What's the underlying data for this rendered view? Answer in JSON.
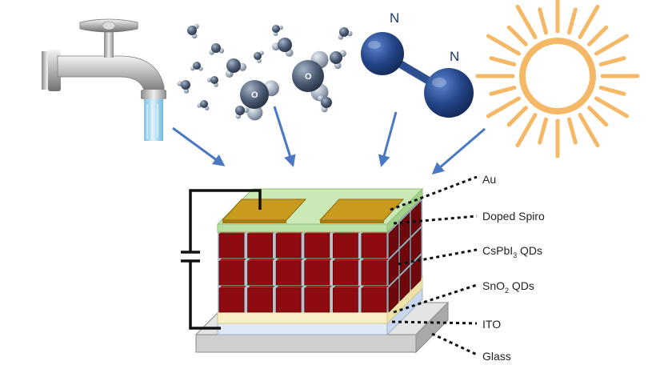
{
  "nitrogen": {
    "atom_left": "N",
    "atom_right": "N"
  },
  "water": {
    "atom": "O"
  },
  "layers": {
    "au": {
      "pre": "Au",
      "sub": "",
      "post": ""
    },
    "doped_spiro": {
      "pre": "Doped Spiro",
      "sub": "",
      "post": ""
    },
    "cspbi3": {
      "pre": "CsPbI",
      "sub": "3",
      "post": " QDs"
    },
    "sno2": {
      "pre": "SnO",
      "sub": "2",
      "post": " QDs"
    },
    "ito": {
      "pre": "ITO",
      "sub": "",
      "post": ""
    },
    "glass": {
      "pre": "Glass",
      "sub": "",
      "post": ""
    }
  },
  "colors": {
    "arrow": "#4a78c2",
    "sun": "#f5b867",
    "nitrogen_atom": "#24468a",
    "water_atom": "#3c4a5e",
    "gold": "#c89a1e",
    "spiro": "#b9dfa4",
    "perovskite_cube": "#8e0c10",
    "sno2": "#f8efc4",
    "ito": "#dfe8f5",
    "glass": "#d5d5d5",
    "dotted_line": "#111111"
  }
}
